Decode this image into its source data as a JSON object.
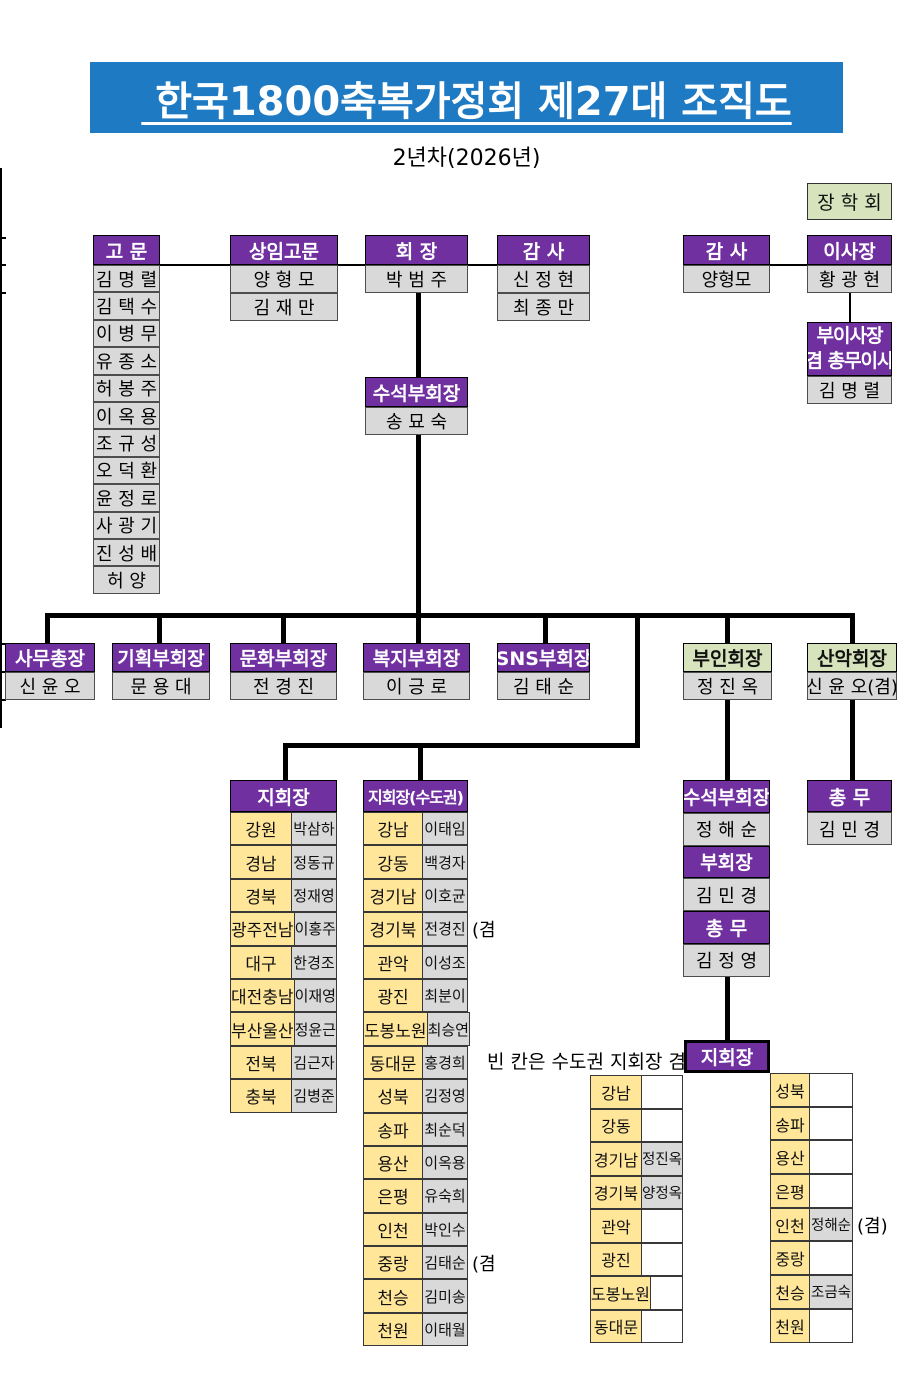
{
  "colors": {
    "title_bar": "#1F7AC4",
    "purple": "#7030A0",
    "green": "#D6E3BC",
    "yellow": "#FFE699",
    "gray": "#D9D9D9"
  },
  "title": {
    "text": " 한국1800축복가정회 제27대 조직도",
    "subtitle": "2년차(2026년)"
  },
  "scholarship": {
    "label": "장 학 회"
  },
  "top_row": {
    "gomun": {
      "header": "고 문",
      "members": [
        "김 명 렬",
        "김 택 수",
        "이 병 무",
        "유 종 소",
        "허 봉 주",
        "이 옥 용",
        "조 규 성",
        "오 덕 환",
        "윤 정 로",
        "사 광 기",
        "진 성 배",
        "허    양"
      ]
    },
    "sangim_gomun": {
      "header": "상임고문",
      "members": [
        "양 형 모",
        "김 재 만"
      ]
    },
    "hoejang": {
      "header": "회  장",
      "members": [
        "박 범 주"
      ]
    },
    "gamsa_left": {
      "header": "감   사",
      "members": [
        "신 정 현",
        "최 종 만"
      ]
    },
    "gamsa_right": {
      "header": "감   사",
      "members": [
        "양형모"
      ]
    },
    "isajang": {
      "header": "이사장",
      "members": [
        "황 광 현"
      ]
    },
    "bu_isajang": {
      "header_line1": "부이사장",
      "header_line2": "겸 총무이사",
      "name": "김 명 렬"
    },
    "suseok": {
      "header": "수석부회장",
      "name": "송 묘 숙"
    }
  },
  "second_row": [
    {
      "header": "사무총장",
      "name": "신 윤 오",
      "style": "purple"
    },
    {
      "header": "기획부회장",
      "name": "문 용 대",
      "style": "purple"
    },
    {
      "header": "문화부회장",
      "name": "전 경 진",
      "style": "purple"
    },
    {
      "header": "복지부회장",
      "name": "이 긍 로",
      "style": "purple"
    },
    {
      "header": "SNS부회장",
      "name": "김 태 순",
      "style": "purple"
    },
    {
      "header": "부인회장",
      "name": "정 진 옥",
      "style": "green"
    },
    {
      "header": "산악회장",
      "name": "신 윤 오(겸)",
      "style": "green"
    }
  ],
  "branch_lists": {
    "regional": {
      "header": "지회장",
      "rows": [
        {
          "region": "강원",
          "name": "박삼하",
          "suffix": ""
        },
        {
          "region": "경남",
          "name": "정동규",
          "suffix": ""
        },
        {
          "region": "경북",
          "name": "정재영",
          "suffix": ""
        },
        {
          "region": "광주전남",
          "name": "이홍주",
          "suffix": ""
        },
        {
          "region": "대구",
          "name": "한경조",
          "suffix": ""
        },
        {
          "region": "대전충남",
          "name": "이재영",
          "suffix": ""
        },
        {
          "region": "부산울산",
          "name": "정윤근",
          "suffix": ""
        },
        {
          "region": "전북",
          "name": "김근자",
          "suffix": ""
        },
        {
          "region": "충북",
          "name": "김병준",
          "suffix": ""
        }
      ]
    },
    "sudogwon": {
      "header": "지회장(수도권)",
      "rows": [
        {
          "region": "강남",
          "name": "이태임",
          "suffix": ""
        },
        {
          "region": "강동",
          "name": "백경자",
          "suffix": ""
        },
        {
          "region": "경기남",
          "name": "이호균",
          "suffix": ""
        },
        {
          "region": "경기북",
          "name": "전경진",
          "suffix": "(겸"
        },
        {
          "region": "관악",
          "name": "이성조",
          "suffix": ""
        },
        {
          "region": "광진",
          "name": "최분이",
          "suffix": ""
        },
        {
          "region": "도봉노원",
          "name": "최승연",
          "suffix": ""
        },
        {
          "region": "동대문",
          "name": "홍경희",
          "suffix": ""
        },
        {
          "region": "성북",
          "name": "김정영",
          "suffix": ""
        },
        {
          "region": "송파",
          "name": "최순덕",
          "suffix": ""
        },
        {
          "region": "용산",
          "name": "이옥용",
          "suffix": ""
        },
        {
          "region": "은평",
          "name": "유숙희",
          "suffix": ""
        },
        {
          "region": "인천",
          "name": "박인수",
          "suffix": ""
        },
        {
          "region": "중랑",
          "name": "김태순",
          "suffix": "(겸"
        },
        {
          "region": "천승",
          "name": "김미송",
          "suffix": ""
        },
        {
          "region": "천원",
          "name": "이태월",
          "suffix": ""
        }
      ]
    }
  },
  "buin_stack": [
    {
      "title": "수석부회장",
      "name": "정 해 순"
    },
    {
      "title": "부회장",
      "name": "김 민 경"
    },
    {
      "title": "총 무",
      "name": "김 정 영"
    }
  ],
  "sanak": {
    "header": "총  무",
    "name": "김 민 경"
  },
  "bottom": {
    "note": "빈 칸은 수도권 지회장 겸",
    "header": "지회장",
    "left_rows": [
      {
        "region": "강남",
        "name": "",
        "suffix": ""
      },
      {
        "region": "강동",
        "name": "",
        "suffix": ""
      },
      {
        "region": "경기남",
        "name": "정진옥",
        "suffix": ""
      },
      {
        "region": "경기북",
        "name": "양정옥",
        "suffix": ""
      },
      {
        "region": "관악",
        "name": "",
        "suffix": ""
      },
      {
        "region": "광진",
        "name": "",
        "suffix": ""
      },
      {
        "region": "도봉노원",
        "name": "",
        "suffix": ""
      },
      {
        "region": "동대문",
        "name": "",
        "suffix": ""
      }
    ],
    "right_rows": [
      {
        "region": "성북",
        "name": "",
        "suffix": ""
      },
      {
        "region": "송파",
        "name": "",
        "suffix": ""
      },
      {
        "region": "용산",
        "name": "",
        "suffix": ""
      },
      {
        "region": "은평",
        "name": "",
        "suffix": ""
      },
      {
        "region": "인천",
        "name": "정해순",
        "suffix": "(겸)"
      },
      {
        "region": "중랑",
        "name": "",
        "suffix": ""
      },
      {
        "region": "천승",
        "name": "조금숙",
        "suffix": ""
      },
      {
        "region": "천원",
        "name": "",
        "suffix": ""
      }
    ]
  }
}
